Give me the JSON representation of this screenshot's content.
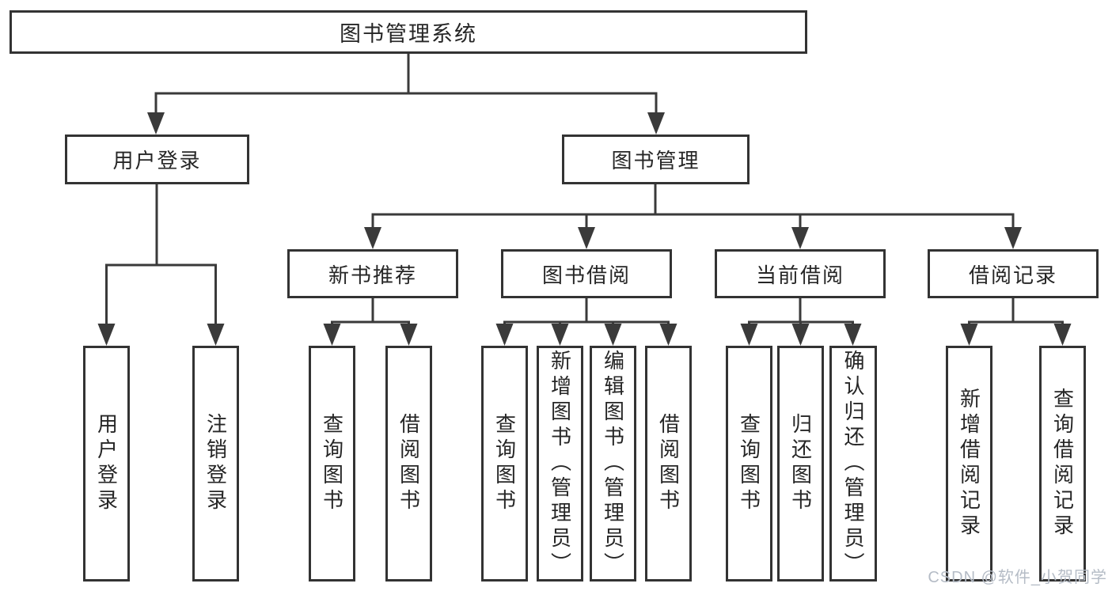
{
  "tree": {
    "root": "图书管理系统",
    "level2": [
      "用户登录",
      "图书管理"
    ],
    "level3": [
      "新书推荐",
      "图书借阅",
      "当前借阅",
      "借阅记录"
    ],
    "leaves": [
      [
        "用户登录",
        "注销登录"
      ],
      [
        "查询图书",
        "借阅图书"
      ],
      [
        "查询图书",
        "新增图书（管理员）",
        "编辑图书（管理员）",
        "借阅图书"
      ],
      [
        "查询图书",
        "归还图书",
        "确认归还（管理员）"
      ],
      [
        "新增借阅记录",
        "查询借阅记录"
      ]
    ]
  },
  "watermark": "CSDN @软件_小贺同学",
  "colors": {
    "line": "#3a3a3a",
    "border": "#333333",
    "text": "#262626",
    "watermark": "#b5bcc6",
    "background": "#ffffff"
  }
}
